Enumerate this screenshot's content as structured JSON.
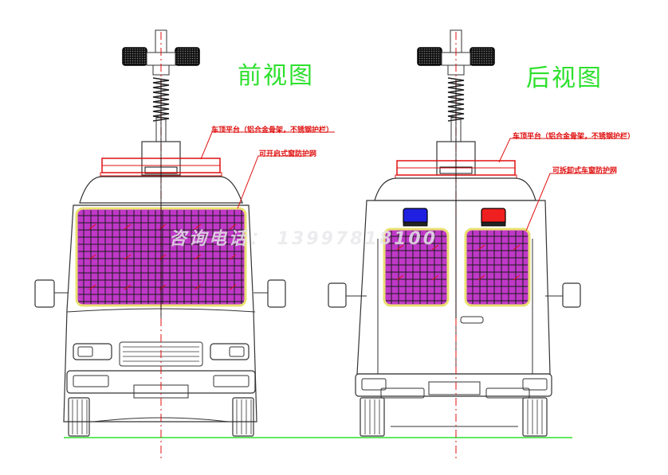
{
  "views": {
    "front": {
      "title": "前视图",
      "roof_label": "车顶平台（铝合金骨架，不锈钢护栏）",
      "mesh_label": "可开启式窗防护网"
    },
    "rear": {
      "title": "后视图",
      "roof_label": "车顶平台（铝合金骨架，不锈钢护栏）",
      "mesh_label": "可拆卸式车窗防护网"
    }
  },
  "watermark": "咨询电话： 13997818100",
  "colors": {
    "outline": "#333333",
    "centerline": "#e01010",
    "platform": "#e01010",
    "mesh_fill": "#c038c8",
    "mesh_grid": "#1a1a1a",
    "mesh_border": "#e8e070",
    "ground": "#2ee02e",
    "title": "#2ee02e",
    "light_blue": "#2020e0",
    "light_red": "#f02020"
  },
  "icons": {
    "lamp": "floodlight-icon",
    "beacon": "warning-light-icon"
  }
}
